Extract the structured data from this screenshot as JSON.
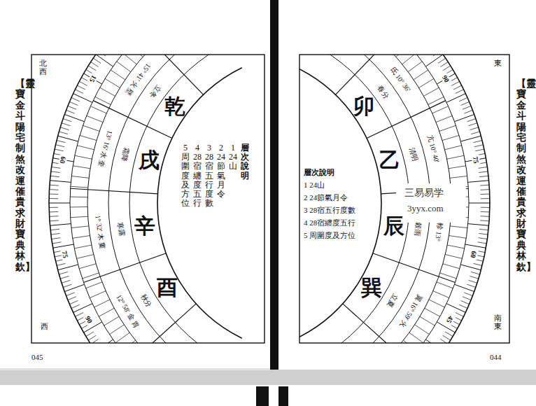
{
  "diagram": {
    "nodes": [
      {
        "text": [
          "乾"
        ]
      },
      {
        "text": [
          "戌"
        ]
      },
      {
        "text": [
          "辛"
        ]
      },
      {
        "text": [
          "酉"
        ]
      },
      {
        "text": [
          "卯"
        ]
      },
      {
        "text": [
          "乙"
        ]
      },
      {
        "text": [
          "辰"
        ]
      },
      {
        "text": [
          "巽"
        ]
      }
    ],
    "labels": [
      "【靈寶金斗陽宅制煞改運催貴求財寶典 林欽】",
      "北西",
      "西",
      "層次說明",
      "1 24山",
      "2 24節氣月令",
      "3 28宿五行度數",
      "4 28宿纏度五行",
      "5 周圍度及方位",
      "立冬",
      "霜降",
      "寒露",
      "秋分",
      "15° 41' 火 壁",
      "13° 16' 水 奎",
      "1° 32' 木 婁",
      "12° 58' 金 胃",
      "15",
      "60",
      "75",
      "90",
      "045",
      "【靈寶金斗陽宅制煞改運催貴求財寶典 林欽】",
      "東",
      "南東",
      "層次說明",
      "1 24山",
      "2 24節氣月令",
      "3 28宿五行度數",
      "4 28宿纏度五行",
      "5 周圍度及方位",
      "春分",
      "清明",
      "穀雨",
      "立夏",
      "氐 10° 36'",
      "亢 10° 40'",
      "軫 13°",
      "翼 16° 59' 火",
      "90",
      "75",
      "60",
      "45",
      "044",
      "三易易学",
      "3yyx.com"
    ]
  }
}
